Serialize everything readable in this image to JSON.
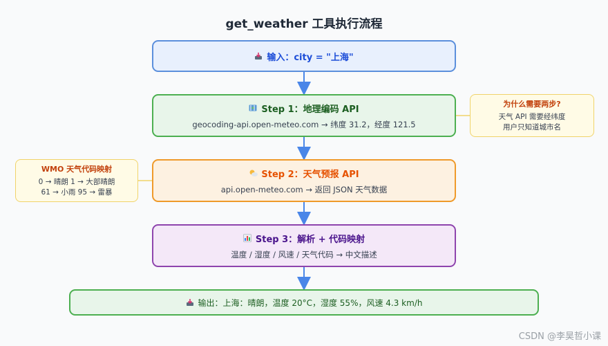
{
  "title": "get_weather 工具执行流程",
  "input": {
    "label": "输入：city = \"上海\"",
    "icon": "inbox-tray-icon"
  },
  "step1": {
    "label": "Step 1：地理编码 API",
    "icon": "map-icon",
    "detail": "geocoding-api.open-meteo.com → 纬度 31.2，经度 121.5"
  },
  "step2": {
    "label": "Step 2：天气预报 API",
    "icon": "sun-cloud-icon",
    "detail": "api.open-meteo.com → 返回 JSON 天气数据"
  },
  "step3": {
    "label": "Step 3：解析 + 代码映射",
    "icon": "bar-chart-icon",
    "detail": "温度 / 湿度 / 风速 / 天气代码 → 中文描述"
  },
  "output": {
    "label": "输出：上海：晴朗，温度 20°C，湿度 55%，风速 4.3 km/h",
    "icon": "inbox-tray-icon"
  },
  "note_why": {
    "title": "为什么需要两步?",
    "lines": [
      "天气 API 需要经纬度",
      "用户只知道城市名"
    ]
  },
  "note_wmo": {
    "title": "WMO 天气代码映射",
    "lines": [
      "0 → 晴朗 1 → 大部晴朗",
      "61 → 小雨 95 → 雷暴"
    ]
  },
  "watermark": "CSDN @李昊哲小课",
  "colors": {
    "arrow": "#4a86e8",
    "input_border": "#5b8fdc",
    "step1_border": "#4caf50",
    "step2_border": "#ef9a2a",
    "step3_border": "#8e44ad",
    "note_border": "#f0d36a"
  }
}
